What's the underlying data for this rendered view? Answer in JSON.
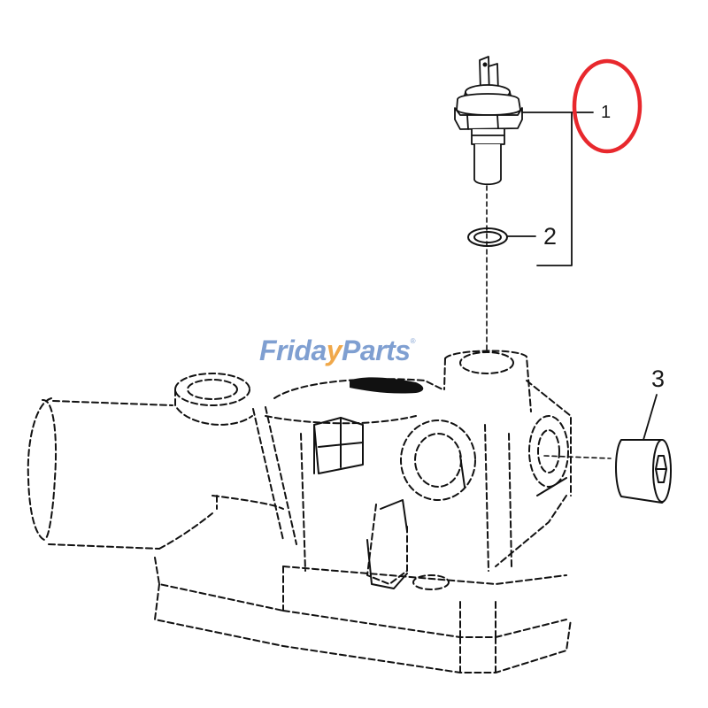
{
  "diagram": {
    "type": "exploded-parts-diagram",
    "subject": "thermostat housing with temperature sensor",
    "callouts": [
      {
        "id": "1",
        "label": "1",
        "part": "temperature sensor / switch",
        "highlighted": true
      },
      {
        "id": "2",
        "label": "2",
        "part": "sealing ring (o-ring)"
      },
      {
        "id": "3",
        "label": "3",
        "part": "plug"
      }
    ],
    "highlight": {
      "target_callout": "1",
      "shape": "ellipse",
      "color": "#e8282d"
    }
  },
  "watermark": {
    "brand_part1": "Frida",
    "brand_swoosh": "y",
    "brand_part2": "Parts",
    "registered_mark": "®",
    "color": "#7f9fd1",
    "accent_color": "#f0a84a"
  },
  "colors": {
    "line": "#111111",
    "background": "#ffffff"
  }
}
